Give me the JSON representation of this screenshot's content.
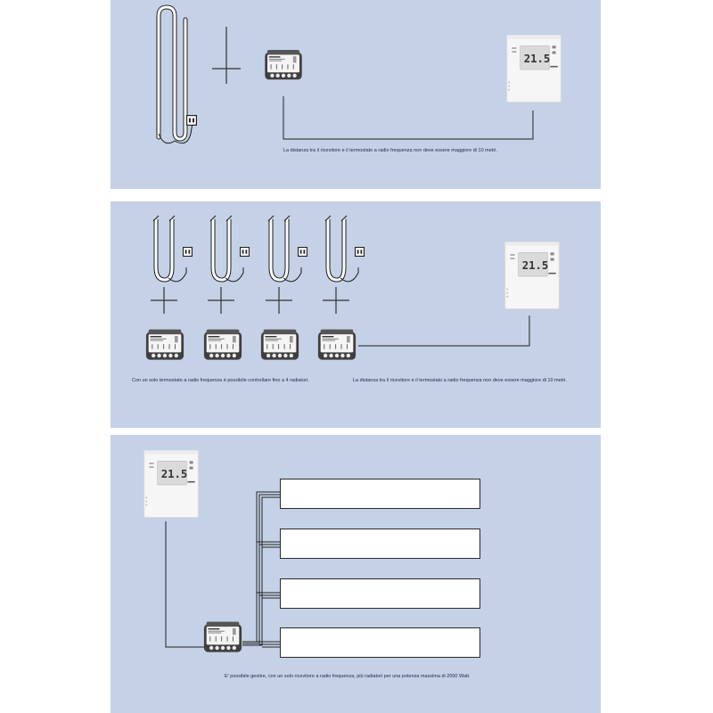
{
  "panels": [
    {
      "caption": "La distanza tra il ricevitore e il termostato a radio frequenza non deve essere maggiore di 10 metri.",
      "display_value": "21.5"
    },
    {
      "caption_left": "Con un solo termostato a radio frequenza è possibile controllare fino a 4 radiatori.",
      "caption_right": "La distanza tra il ricevitore e il termostato a radio frequenza non deve essere maggiore di 10 metri.",
      "display_value": "21.5"
    },
    {
      "caption": "E' possibile gestire, con un solo ricevitore a radio frequenza, più radiatori per una potenza massima di 2000 Watt.",
      "display_value": "21.5"
    }
  ],
  "colors": {
    "panel_bg": "#c4d1e6",
    "line": "#222222",
    "device": "#f4f4f4",
    "receiver": "#4a4a4a"
  },
  "icons": [
    "towel-radiator-icon",
    "plus-icon",
    "receiver-module-icon",
    "thermostat-icon",
    "wall-socket-icon",
    "panel-radiator-icon"
  ]
}
